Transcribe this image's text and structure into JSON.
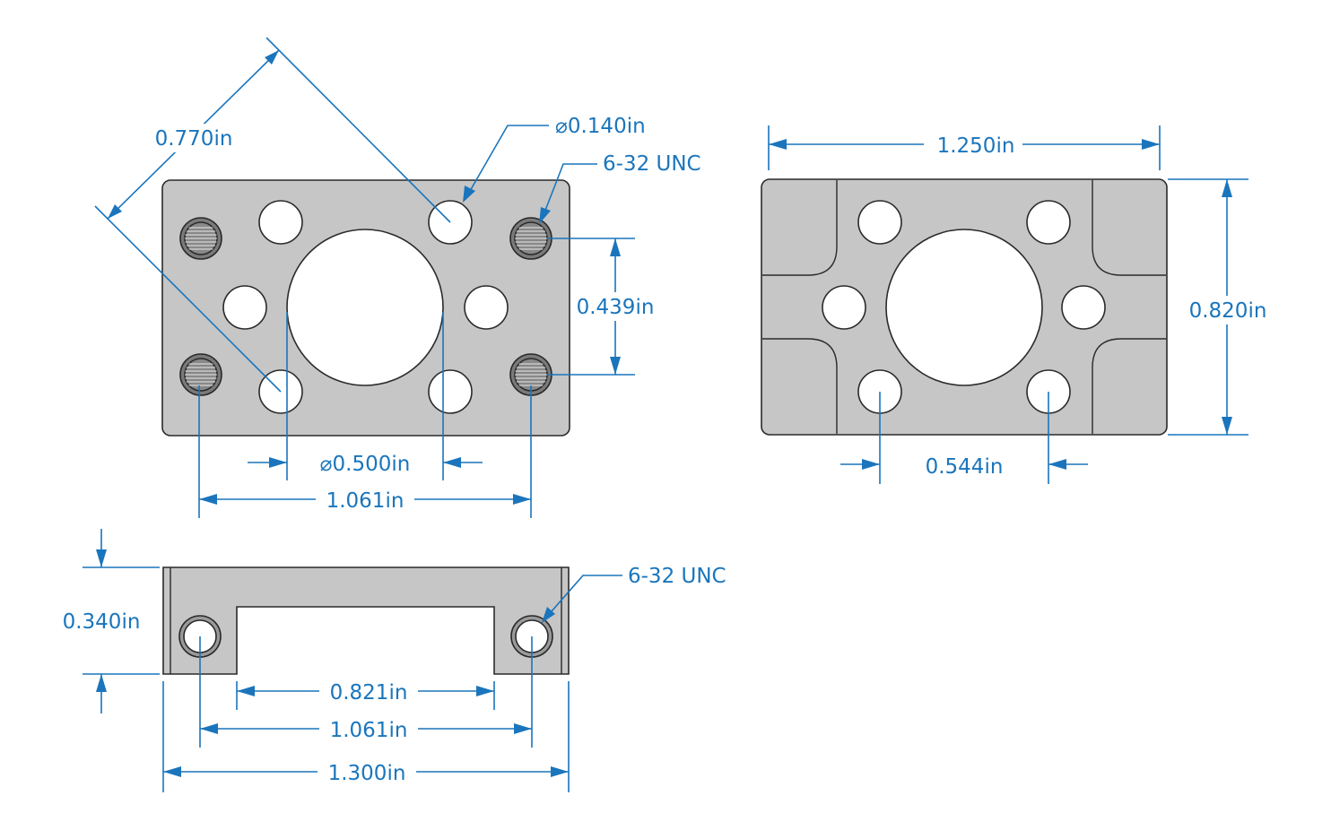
{
  "views": {
    "top": {
      "dims": {
        "pattern_diag": "0.770in",
        "small_hole_dia": "0.140in",
        "tap": "6-32 UNC",
        "tap_vertical": "0.439in",
        "bore_dia": "0.500in",
        "tap_horizontal": "1.061in"
      }
    },
    "right": {
      "dims": {
        "width": "1.250in",
        "height": "0.820in",
        "hole_spacing": "0.544in"
      }
    },
    "front": {
      "dims": {
        "thickness": "0.340in",
        "tap": "6-32 UNC",
        "slot_width": "0.821in",
        "tap_spacing": "1.061in",
        "overall_length": "1.300in"
      }
    }
  },
  "symbols": {
    "diameter": "⌀"
  },
  "colors": {
    "dimension": "#1a75bc",
    "part_fill": "#c6c6c6",
    "outline": "#2a2a2a"
  }
}
